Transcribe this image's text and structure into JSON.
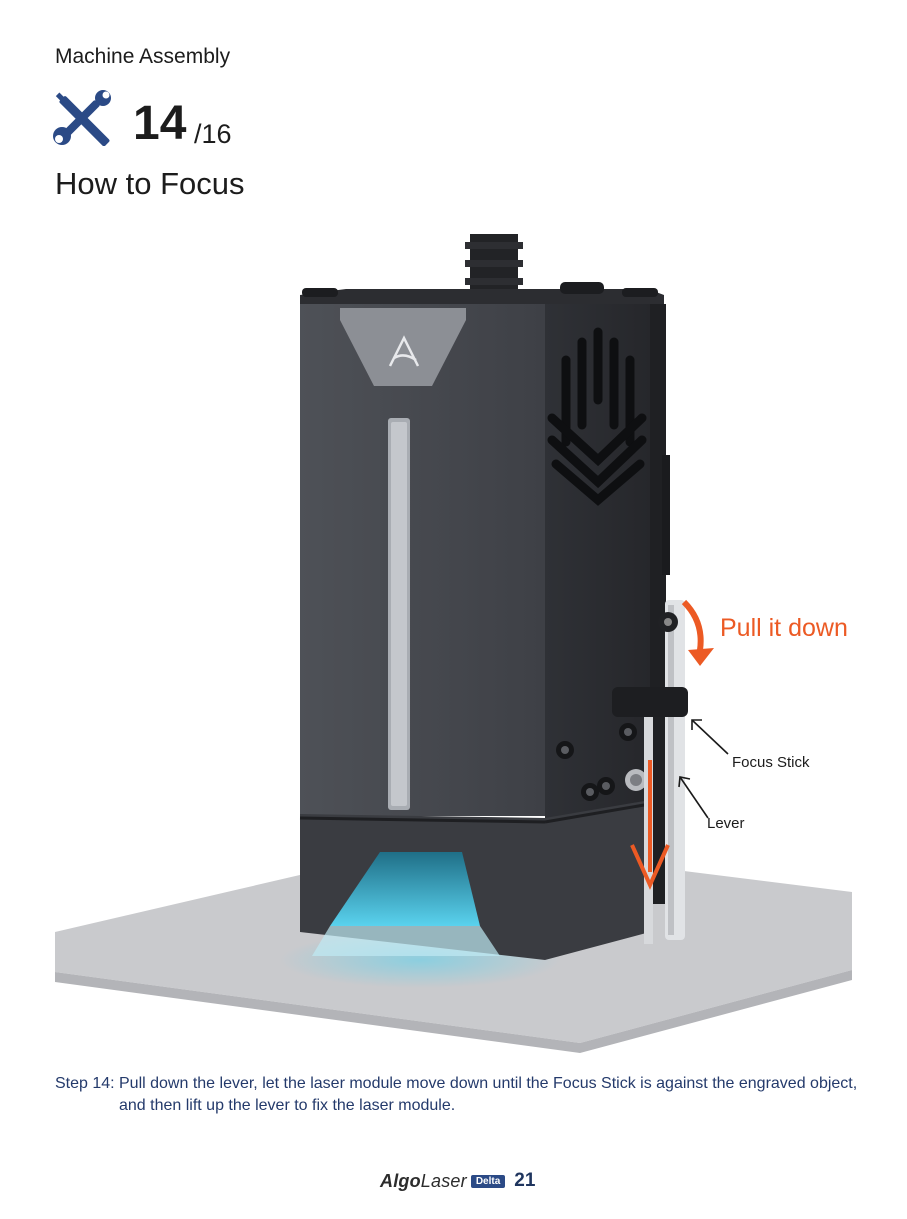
{
  "header": {
    "section_title": "Machine Assembly",
    "step_current": "14",
    "step_total": "/16",
    "page_heading": "How to Focus",
    "icon": "tools-icon"
  },
  "illustration": {
    "annotations": {
      "pull": "Pull it down",
      "focus_stick": "Focus Stick",
      "lever": "Lever"
    },
    "colors": {
      "module_body": "#45474d",
      "annotation_orange": "#ec5a24",
      "lens_glow": "#39b8dc",
      "base_plate": "#c9cacd"
    }
  },
  "instructions": {
    "step_label": "Step 14:",
    "line1": "Pull down the lever, let the laser module move down until the Focus Stick is against the engraved object,",
    "line2": "and then lift up the lever to fix the laser module."
  },
  "footer": {
    "brand_algo": "Algo",
    "brand_laser": "Laser",
    "brand_badge": "Delta",
    "page_number": "21"
  }
}
